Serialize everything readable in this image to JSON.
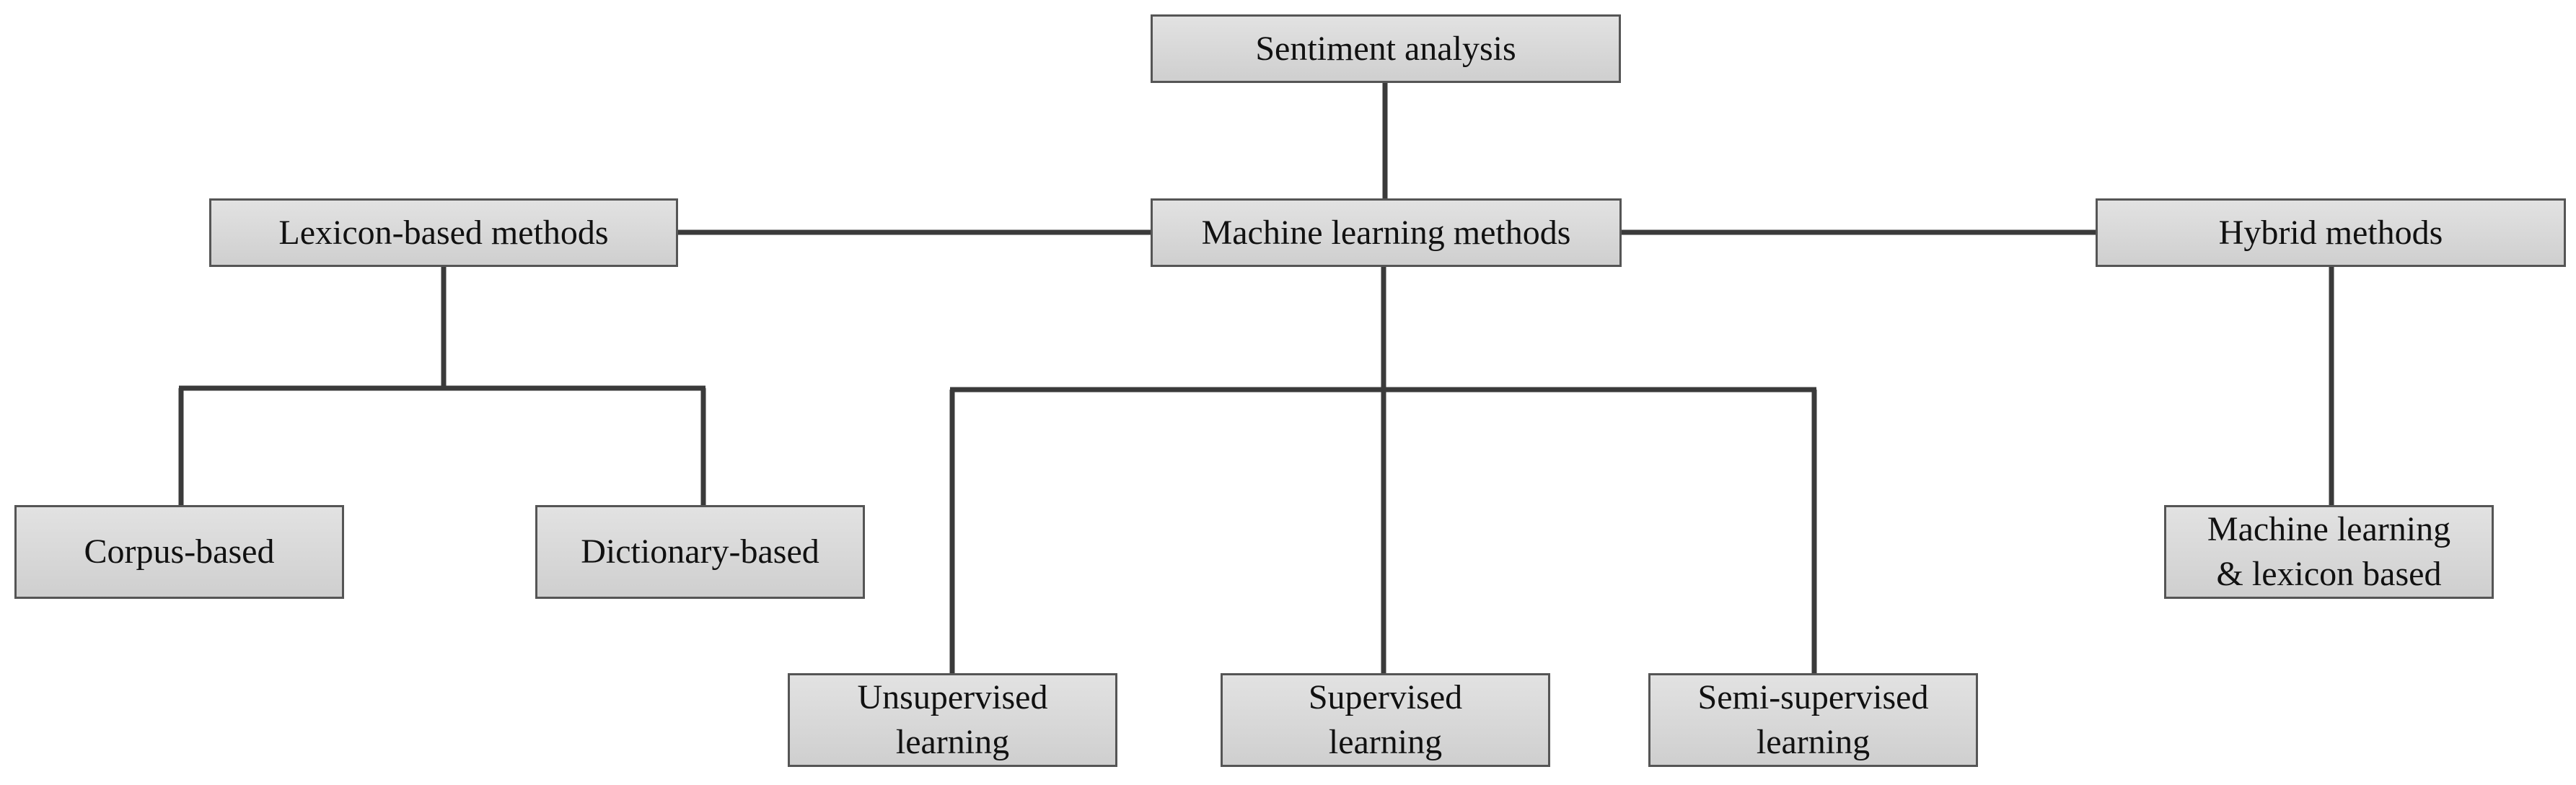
{
  "nodes": {
    "root": {
      "label": "Sentiment analysis"
    },
    "lexicon": {
      "label": "Lexicon-based methods"
    },
    "ml": {
      "label": "Machine learning methods"
    },
    "hybrid": {
      "label": "Hybrid methods"
    },
    "corpus": {
      "label": "Corpus-based"
    },
    "dictionary": {
      "label": "Dictionary-based"
    },
    "unsupervised": {
      "line1": "Unsupervised",
      "line2": "learning"
    },
    "supervised": {
      "line1": "Supervised",
      "line2": "learning"
    },
    "semi_supervised": {
      "line1": "Semi-supervised",
      "line2": "learning"
    },
    "ml_lexicon": {
      "line1": "Machine learning",
      "line2": "& lexicon based"
    }
  },
  "colors": {
    "node_fill_top": "#e2e2e2",
    "node_fill_bottom": "#cfcfcf",
    "node_border": "#555555",
    "connector": "#3a3a3a",
    "text": "#111111"
  }
}
